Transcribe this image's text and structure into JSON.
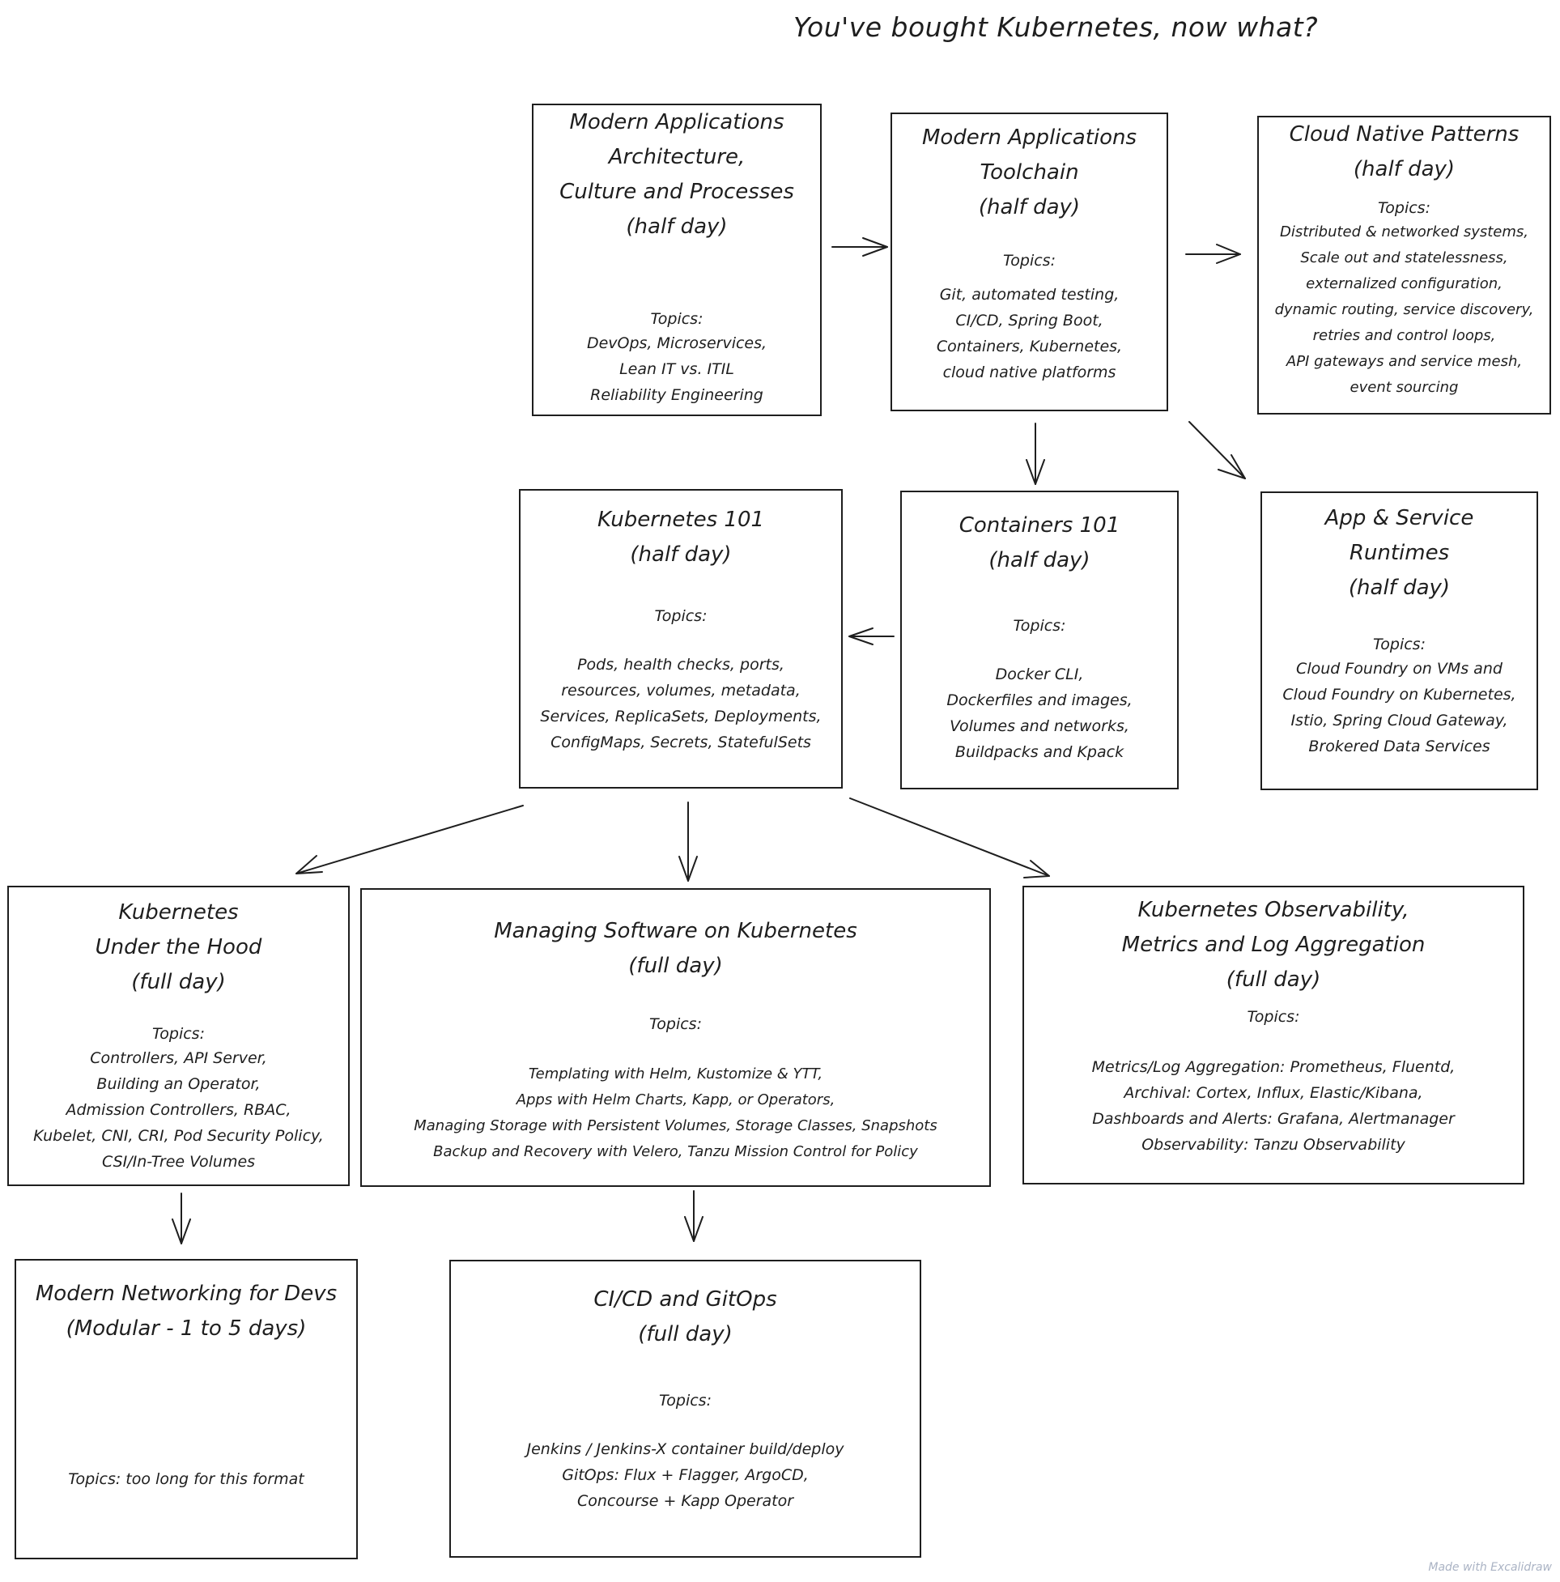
{
  "title": "You've bought Kubernetes, now what?",
  "boxes": {
    "b1": {
      "title": "Modern Applications\nArchitecture,\nCulture and Processes\n(half day)",
      "topics_label": "Topics:",
      "topics": "DevOps, Microservices,\nLean IT vs. ITIL\nReliability Engineering"
    },
    "b2": {
      "title": "Modern Applications\nToolchain\n(half day)",
      "topics_label": "Topics:",
      "topics": "Git, automated testing,\nCI/CD, Spring Boot,\nContainers, Kubernetes,\ncloud native platforms"
    },
    "b3": {
      "title": "Cloud Native Patterns\n(half day)",
      "topics_label": "Topics:",
      "topics": "Distributed & networked systems,\nScale out and statelessness,\nexternalized configuration,\ndynamic routing, service discovery,\nretries and control loops,\nAPI gateways and service mesh,\nevent sourcing"
    },
    "b4": {
      "title": "Kubernetes 101\n(half day)",
      "topics_label": "Topics:",
      "topics": "Pods, health checks, ports,\nresources, volumes, metadata,\nServices, ReplicaSets, Deployments,\nConfigMaps, Secrets, StatefulSets"
    },
    "b5": {
      "title": "Containers 101\n(half day)",
      "topics_label": "Topics:",
      "topics": "Docker CLI,\nDockerfiles and images,\nVolumes and networks,\nBuildpacks and Kpack"
    },
    "b6": {
      "title": "App & Service\nRuntimes\n(half day)",
      "topics_label": "Topics:",
      "topics": "Cloud Foundry on VMs and\nCloud Foundry on Kubernetes,\nIstio, Spring Cloud Gateway,\nBrokered Data Services"
    },
    "b7": {
      "title": "Kubernetes\nUnder the Hood\n(full day)",
      "topics_label": "Topics:",
      "topics": "Controllers, API Server,\nBuilding an Operator,\nAdmission Controllers, RBAC,\nKubelet, CNI, CRI, Pod Security Policy,\nCSI/In-Tree Volumes"
    },
    "b8": {
      "title": "Managing Software on Kubernetes\n(full day)",
      "topics_label": "Topics:",
      "topics": "Templating with Helm, Kustomize & YTT,\nApps with Helm Charts, Kapp, or Operators,\nManaging Storage with Persistent Volumes, Storage Classes, Snapshots\nBackup and Recovery with Velero, Tanzu Mission Control for Policy"
    },
    "b9": {
      "title": "Kubernetes Observability,\nMetrics and Log Aggregation\n(full day)",
      "topics_label": "Topics:",
      "topics": "Metrics/Log Aggregation: Prometheus, Fluentd,\nArchival: Cortex, Influx, Elastic/Kibana,\nDashboards and Alerts: Grafana, Alertmanager\nObservability: Tanzu Observability"
    },
    "b10": {
      "title": "Modern Networking for Devs\n(Modular - 1  to 5 days)",
      "topics": "Topics: too long for this format"
    },
    "b11": {
      "title": "CI/CD and GitOps\n(full day)",
      "topics_label": "Topics:",
      "topics": "Jenkins / Jenkins-X container build/deploy\nGitOps:  Flux + Flagger, ArgoCD,\nConcourse + Kapp Operator"
    }
  },
  "footer": "Made with Excalidraw",
  "colors": {
    "stroke": "#1e1e1e",
    "background": "#ffffff",
    "footer": "#aab3c4"
  }
}
